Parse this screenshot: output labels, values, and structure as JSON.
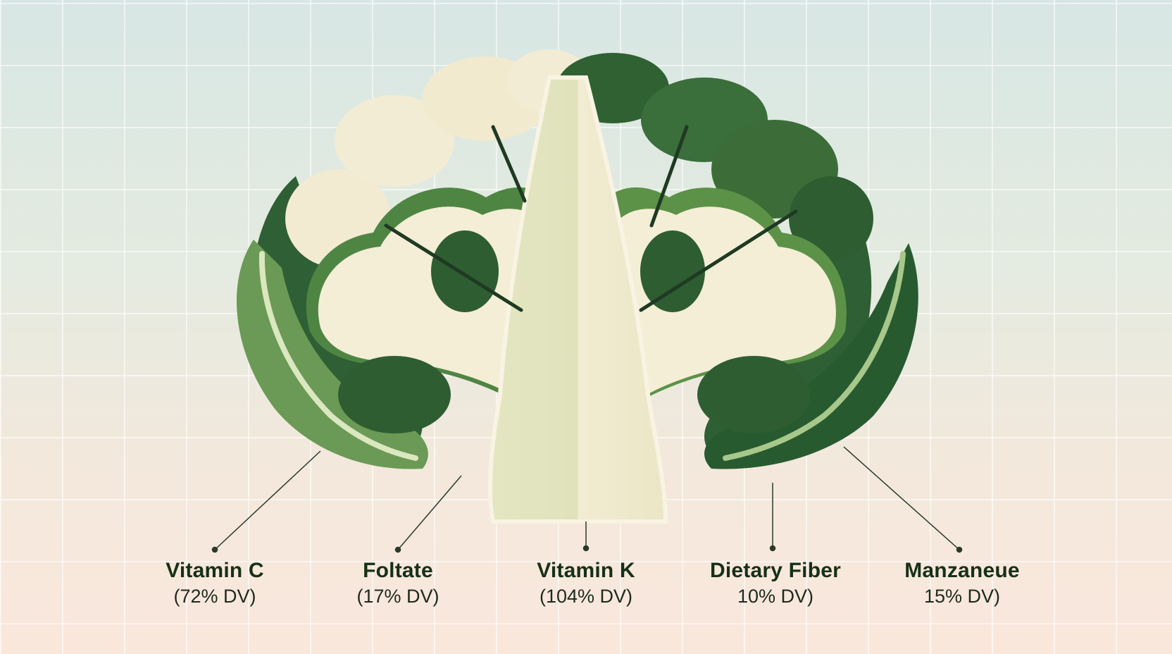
{
  "nutrients": [
    {
      "name": "Vitamin C",
      "value": "(72% DV)"
    },
    {
      "name": "Foltate",
      "value": "(17% DV)"
    },
    {
      "name": "Vitamin K",
      "value": "(104% DV)"
    },
    {
      "name": "Dietary Fiber",
      "value": "10% DV)"
    },
    {
      "name": "Manzaneue",
      "value": "15% DV)"
    }
  ],
  "colors": {
    "dark_green": "#2c5b33",
    "mid_green": "#5f9450",
    "light_green": "#a5c584",
    "pale_green": "#dfe8c4",
    "cream": "#f5efd7",
    "line": "#2a3a2a"
  }
}
